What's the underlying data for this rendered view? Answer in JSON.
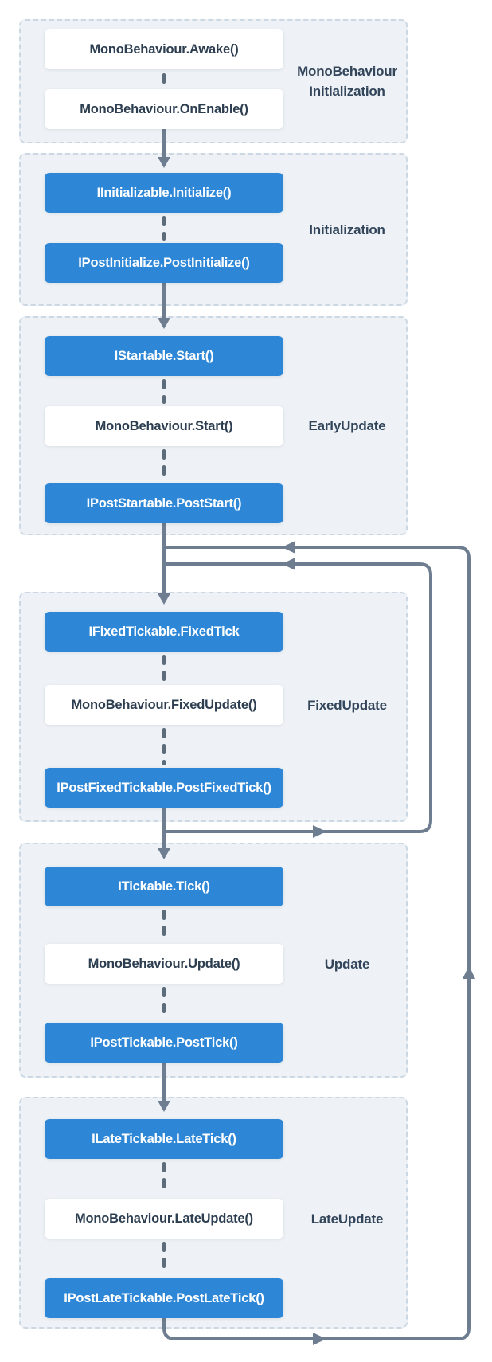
{
  "diagram": {
    "colors": {
      "accent_blue": "#2e87d6",
      "panel_background": "#eef2f6",
      "panel_dashed_border": "#cbd8e3",
      "wire_gray": "#6e7d90",
      "connector_dash_gray": "#5d6c7b",
      "unity_node_text": "#2c3e50",
      "section_label_text": "#32455a"
    },
    "sections": [
      {
        "label": "MonoBehaviour Initialization",
        "boxes": [
          {
            "label": "MonoBehaviour.Awake()",
            "type": "unity"
          },
          {
            "label": "MonoBehaviour.OnEnable()",
            "type": "unity"
          }
        ]
      },
      {
        "label": "Initialization",
        "boxes": [
          {
            "label": "IInitializable.Initialize()",
            "type": "vcontainer"
          },
          {
            "label": "IPostInitialize.PostInitialize()",
            "type": "vcontainer"
          }
        ]
      },
      {
        "label": "EarlyUpdate",
        "boxes": [
          {
            "label": "IStartable.Start()",
            "type": "vcontainer"
          },
          {
            "label": "MonoBehaviour.Start()",
            "type": "unity"
          },
          {
            "label": "IPostStartable.PostStart()",
            "type": "vcontainer"
          }
        ]
      },
      {
        "label": "FixedUpdate",
        "boxes": [
          {
            "label": "IFixedTickable.FixedTick",
            "type": "vcontainer"
          },
          {
            "label": "MonoBehaviour.FixedUpdate()",
            "type": "unity"
          },
          {
            "label": "IPostFixedTickable.PostFixedTick()",
            "type": "vcontainer"
          }
        ]
      },
      {
        "label": "Update",
        "boxes": [
          {
            "label": "ITickable.Tick()",
            "type": "vcontainer"
          },
          {
            "label": "MonoBehaviour.Update()",
            "type": "unity"
          },
          {
            "label": "IPostTickable.PostTick()",
            "type": "vcontainer"
          }
        ]
      },
      {
        "label": "LateUpdate",
        "boxes": [
          {
            "label": "ILateTickable.LateTick()",
            "type": "vcontainer"
          },
          {
            "label": "MonoBehaviour.LateUpdate()",
            "type": "unity"
          },
          {
            "label": "IPostLateTickable.PostLateTick()",
            "type": "vcontainer"
          }
        ]
      }
    ]
  }
}
